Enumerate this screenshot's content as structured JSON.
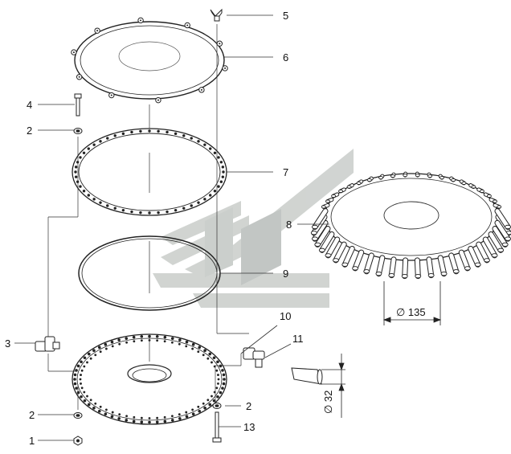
{
  "diagram": {
    "type": "exploded-parts-view",
    "callouts": [
      {
        "id": "c1",
        "label": "1"
      },
      {
        "id": "c2a",
        "label": "2"
      },
      {
        "id": "c2b",
        "label": "2"
      },
      {
        "id": "c2c",
        "label": "2"
      },
      {
        "id": "c3",
        "label": "3"
      },
      {
        "id": "c4",
        "label": "4"
      },
      {
        "id": "c5",
        "label": "5"
      },
      {
        "id": "c6",
        "label": "6"
      },
      {
        "id": "c7",
        "label": "7"
      },
      {
        "id": "c8",
        "label": "8"
      },
      {
        "id": "c9",
        "label": "9"
      },
      {
        "id": "c10",
        "label": "10"
      },
      {
        "id": "c11",
        "label": "11"
      },
      {
        "id": "c13",
        "label": "13"
      }
    ],
    "dimensions": {
      "diameter_135": "∅ 135",
      "diameter_32": "∅ 32"
    },
    "colors": {
      "line": "#222222",
      "watermark": "#c9cdca",
      "watermark_dark": "#aeb3b0"
    }
  }
}
